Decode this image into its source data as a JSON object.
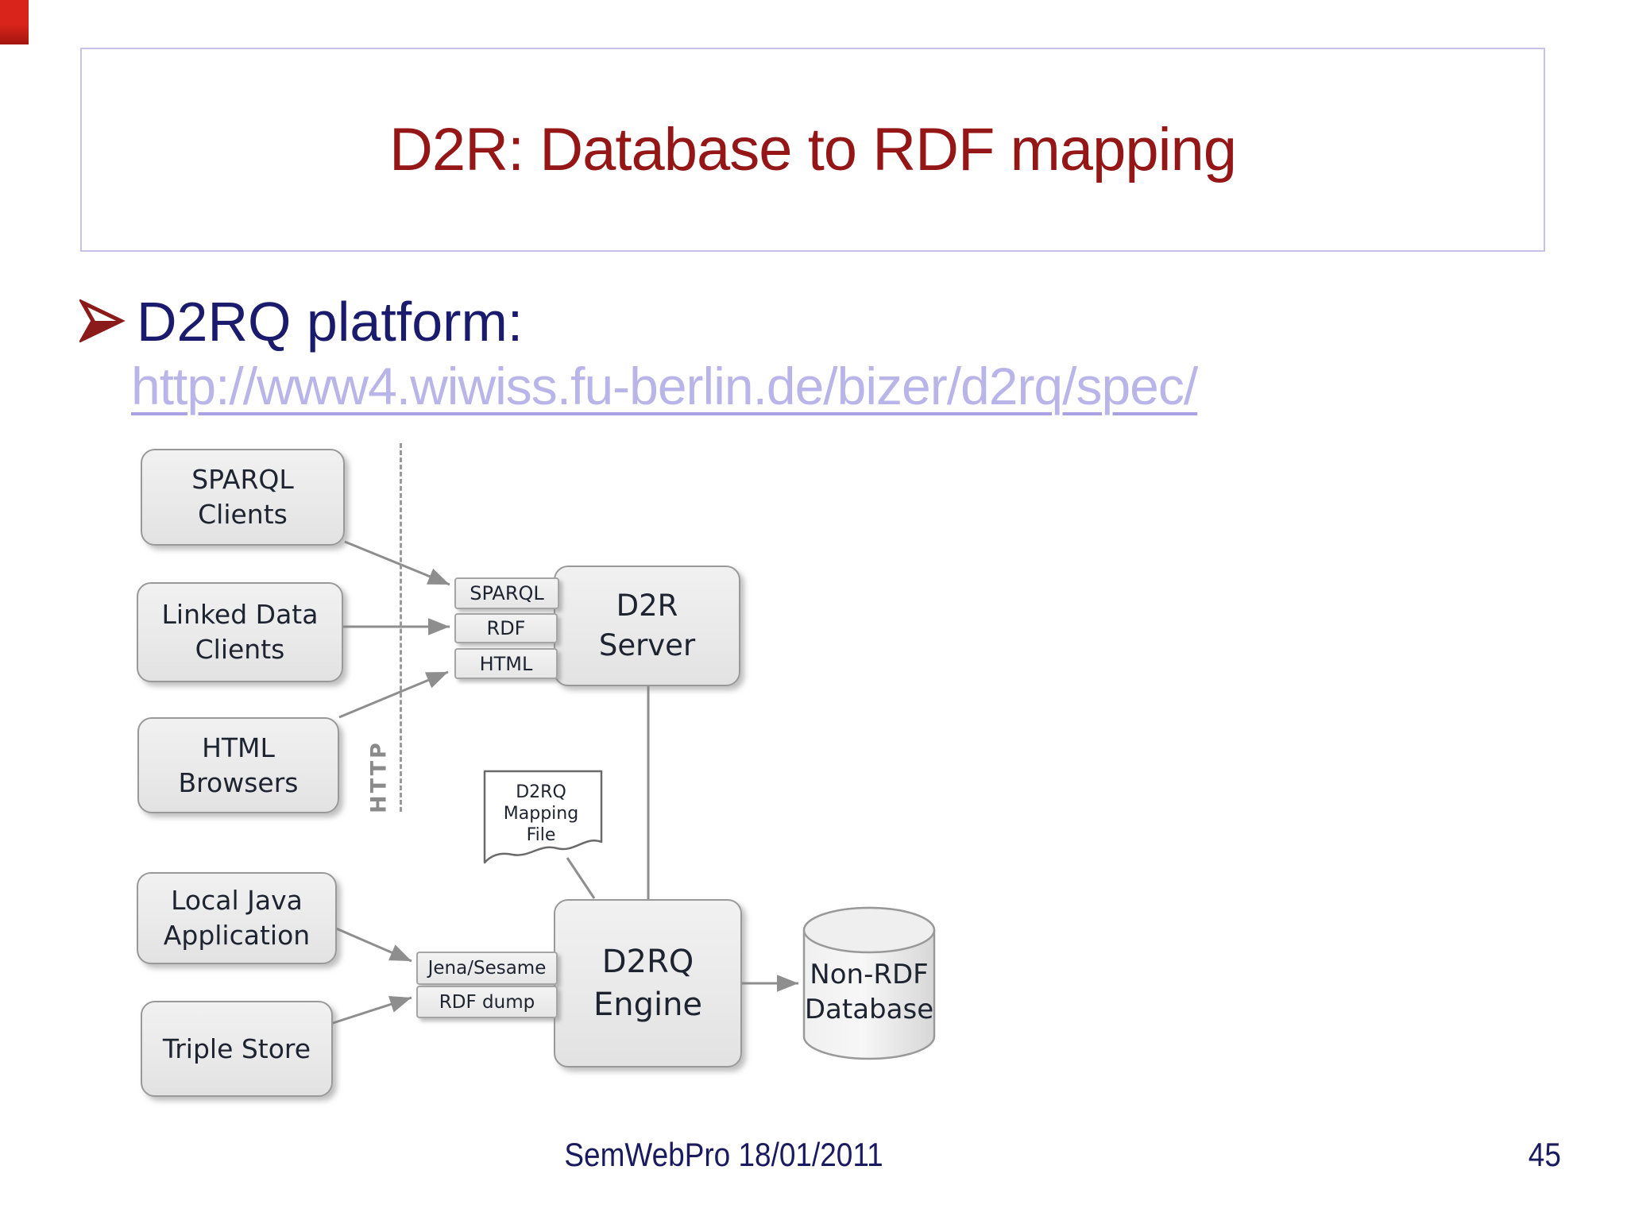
{
  "slide": {
    "title": "D2R: Database to RDF mapping",
    "bullet_label": "D2RQ platform:",
    "url": "http://www4.wiwiss.fu-berlin.de/bizer/d2rq/spec/",
    "footer_text": "SemWebPro 18/01/2011",
    "page_number": "45",
    "colors": {
      "title_text": "#941616",
      "title_box_border": "#c7c2ec",
      "bullet_arrow": "#8b1a1a",
      "body_text": "#1b1b6e",
      "link_text": "#b9b5e9",
      "corner_marker": "#d8241a",
      "footer_text": "#1a1a5e",
      "diagram_line": "#8e8e8e",
      "diagram_box_fill": "#ececec",
      "diagram_text": "#1e2330"
    }
  },
  "diagram": {
    "nodes": {
      "sparql_clients": {
        "line1": "SPARQL",
        "line2": "Clients"
      },
      "linked_data_clients": {
        "line1": "Linked Data",
        "line2": "Clients"
      },
      "html_browsers": {
        "line1": "HTML",
        "line2": "Browsers"
      },
      "local_java_application": {
        "line1": "Local Java",
        "line2": "Application"
      },
      "triple_store": {
        "line1": "Triple Store"
      },
      "d2r_server": {
        "line1": "D2R",
        "line2": "Server"
      },
      "d2rq_engine": {
        "line1": "D2RQ",
        "line2": "Engine"
      },
      "mapping_file": {
        "line1": "D2RQ",
        "line2": "Mapping",
        "line3": "File"
      },
      "non_rdf_database": {
        "line1": "Non-RDF",
        "line2": "Database"
      }
    },
    "interface_labels": {
      "sparql": "SPARQL",
      "rdf": "RDF",
      "html": "HTML",
      "jena_sesame": "Jena/Sesame",
      "rdf_dump": "RDF dump"
    },
    "http_label": "HTTP"
  }
}
